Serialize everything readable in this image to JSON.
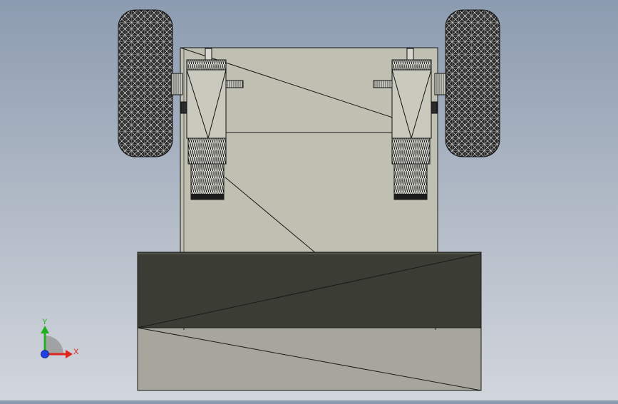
{
  "viewport": {
    "background_top": "#8c9cb0",
    "background_bottom": "#d2d6dd"
  },
  "model": {
    "chassis_color": "#bfbfb2",
    "line_color": "#1a1a1a",
    "bumper_dark_color": "#3b3d35",
    "bumper_light_color": "#a6a69c",
    "wheel_pattern": "tread-mesh",
    "wheels": [
      "left-wheel",
      "right-wheel"
    ],
    "motors": [
      "left-motor",
      "right-motor"
    ]
  },
  "triad": {
    "x_label": "X",
    "y_label": "Y",
    "x_color": "#e0231c",
    "y_color": "#22b022",
    "z_color": "#1f3fe0"
  }
}
